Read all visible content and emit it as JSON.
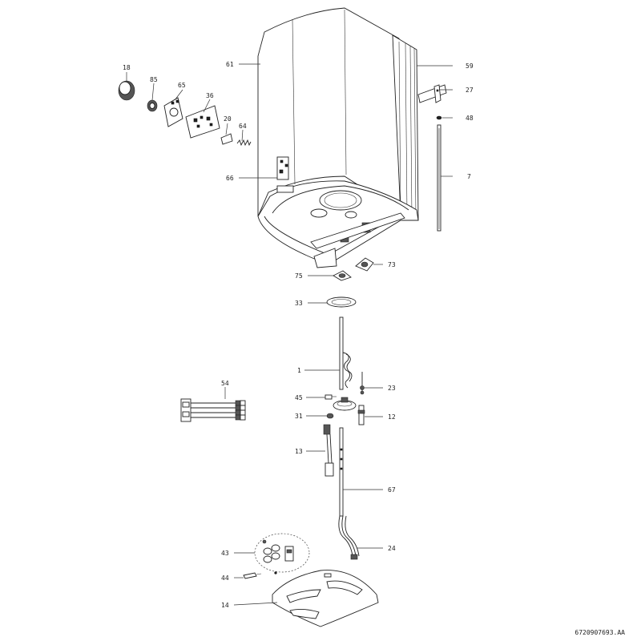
{
  "labels": {
    "p61": "61",
    "p59": "59",
    "p27": "27",
    "p48": "48",
    "p7": "7",
    "p18": "18",
    "p85": "85",
    "p65": "65",
    "p36": "36",
    "p20": "20",
    "p64": "64",
    "p66": "66",
    "p73": "73",
    "p75": "75",
    "p33": "33",
    "p1": "1",
    "p23": "23",
    "p54": "54",
    "p45": "45",
    "p31": "31",
    "p12": "12",
    "p13": "13",
    "p67": "67",
    "p24": "24",
    "p43": "43",
    "p44": "44",
    "p14": "14"
  },
  "document_id": "6720907693.AA"
}
